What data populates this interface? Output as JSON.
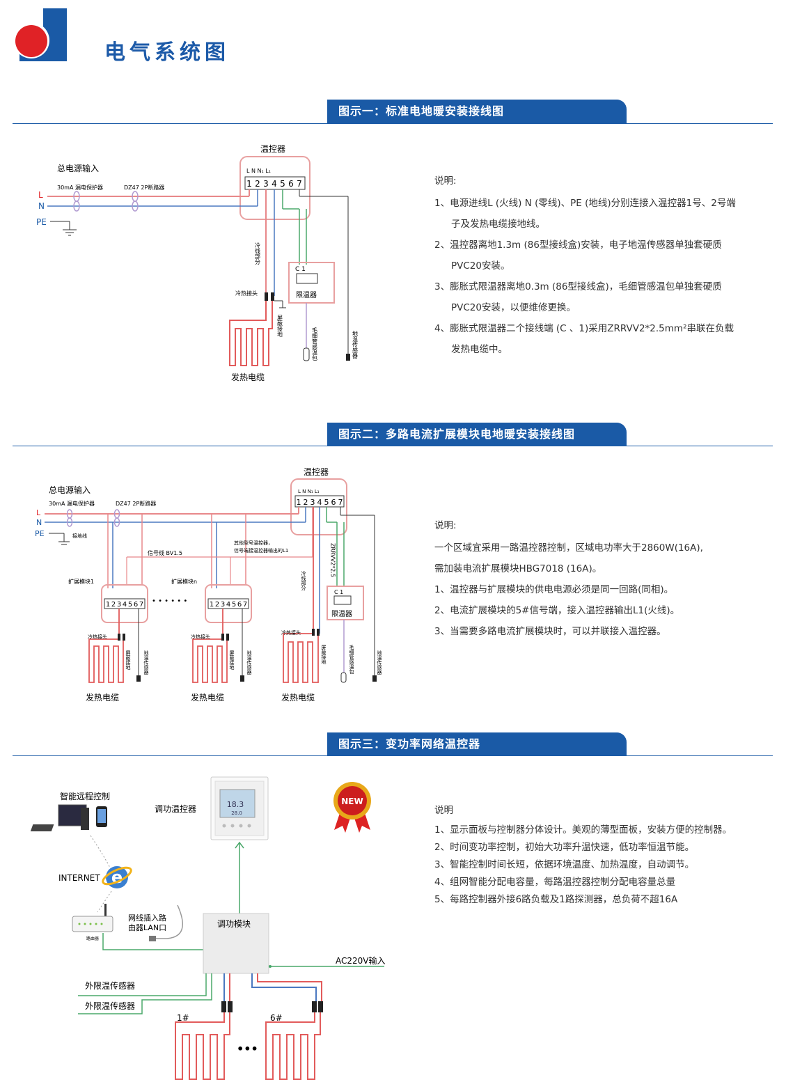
{
  "page_title": "电气系统图",
  "colors": {
    "brand_blue": "#1a5aa6",
    "logo_red": "#e02226",
    "wire_red": "#e8888a",
    "wire_blue": "#4a78c0",
    "wire_green": "#4aa86a",
    "cable_red": "#e25b5b"
  },
  "sec1": {
    "header": "图示一：标准电地暖安装接线图",
    "labels": {
      "thermostat": "温控器",
      "terminals_top": "L  N  N₁ L₁",
      "terminals": [
        "1",
        "2",
        "3",
        "4",
        "5",
        "6",
        "7"
      ],
      "power_input": "总电源输入",
      "breaker1": "30mA 漏电保护器",
      "breaker2": "DZ47 2P断路器",
      "L": "L",
      "N": "N",
      "PE": "PE",
      "cold_part": "冷线部分",
      "joint": "冷热接头",
      "shield_ground": "屏蔽接地",
      "capillary": "毛细管感温包",
      "floor_sensor": "地温传感器",
      "limiter": "限温器",
      "limiter_terms": "C    1",
      "cable": "发热电缆"
    },
    "notes_title": "说明:",
    "notes": [
      "1、电源进线L (火线) N (零线)、PE (地线)分别连接入温控器1号、2号端子及发热电缆接地线。",
      "2、温控器离地1.3m (86型接线盒)安装，电子地温传感器单独套硬质PVC20安装。",
      "3、膨胀式限温器离地0.3m (86型接线盒)，毛细管感温包单独套硬质PVC20安装，以便维修更换。",
      "4、膨胀式限温器二个接线端 (C 、1)采用ZRRVV2*2.5mm²串联在负载发热电缆中。"
    ]
  },
  "sec2": {
    "header": "图示二：多路电流扩展模块电地暖安装接线图",
    "labels": {
      "thermostat": "温控器",
      "terminals_top": "L  N  N₁ L₁",
      "terminals": [
        "1",
        "2",
        "3",
        "4",
        "5",
        "6",
        "7"
      ],
      "power_input": "总电源输入",
      "breaker1": "30mA 漏电保护器",
      "breaker2": "DZ47 2P断路器",
      "L": "L",
      "N": "N",
      "PE": "PE",
      "ground_wire": "接地线",
      "signal_wire": "信号线 BV1.5",
      "other_note1": "其他型号温控器，",
      "other_note2": "信号端接温控器输出的L1",
      "ext1": "扩展模块1",
      "extn": "扩展模块n",
      "dots": "• • • • • •",
      "cold_part": "冷线部分",
      "zrrvv": "ZRRVV2*2.5",
      "joint": "冷热接头",
      "shield_ground": "屏蔽接地",
      "floor_sensor": "地温传感器",
      "capillary": "毛细管感温包",
      "limiter": "限温器",
      "limiter_terms": "C    1",
      "cable": "发热电缆"
    },
    "notes_title": "说明:",
    "notes": [
      "一个区域宜采用一路温控器控制，区域电功率大于2860W(16A),",
      "需加装电流扩展模块HBG7018 (16A)。",
      "1、温控器与扩展模块的供电电源必须是同一回路(同相)。",
      "2、电流扩展模块的5#信号端，接入温控器输出L1(火线)。",
      "3、当需要多路电流扩展模块时，可以并联接入温控器。"
    ]
  },
  "sec3": {
    "header": "图示三：变功率网络温控器",
    "labels": {
      "remote": "智能远程控制",
      "thermostat": "调功温控器",
      "new_badge": "NEW",
      "internet": "INTERNET",
      "lan1": "网线插入路",
      "lan2": "由器LAN口",
      "router": "路由器",
      "module": "调功模块",
      "ac": "AC220V输入",
      "sensor1": "外限温传感器",
      "sensor2": "外限温传感器",
      "c1": "1#",
      "c6": "6#",
      "dots": "•••",
      "screen_temp": "18.3",
      "screen_set": "28.0"
    },
    "notes_title": "说明",
    "notes": [
      "1、显示面板与控制器分体设计。美观的薄型面板，安装方便的控制器。",
      "2、时间变功率控制，初始大功率升温快速，低功率恒温节能。",
      "3、智能控制时间长短，依据环境温度、加热温度，自动调节。",
      "4、组网智能分配电容量，每路温控器控制分配电容量总量",
      "5、每路控制器外接6路负载及1路探测器，总负荷不超16A"
    ]
  }
}
